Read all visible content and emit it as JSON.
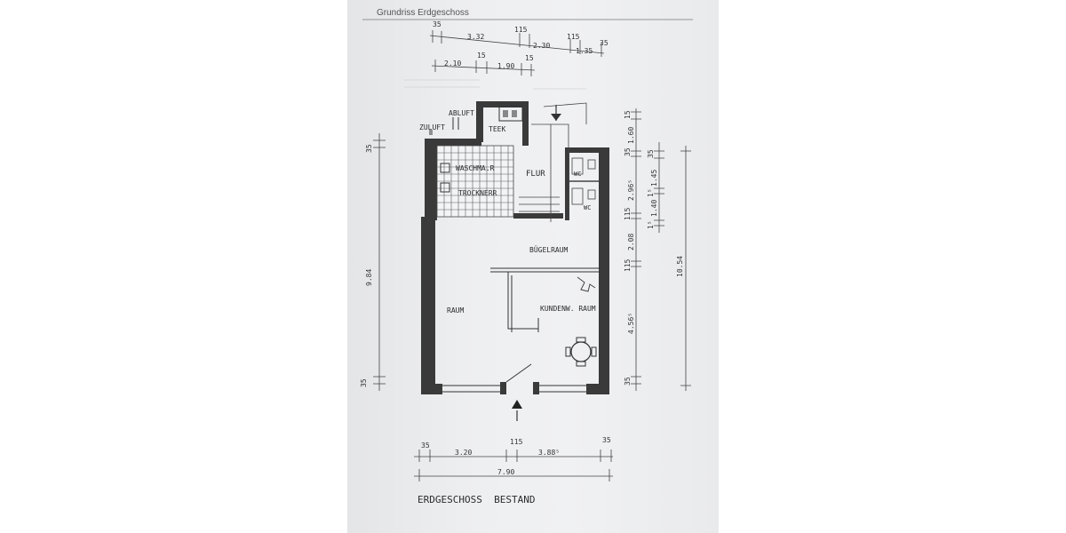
{
  "header": "Grundriss Erdgeschoss",
  "title": "ERDGESCHOSS  BESTAND",
  "rooms": {
    "abluft": "ABLUFT",
    "zuluft": "ZULUFT",
    "teek": "TEEK",
    "waschmaschine": "WASCHMA.R",
    "trockner": "TROCKNERR",
    "flur": "FLUR",
    "wc1": "WC",
    "wc2": "WC",
    "buegelraum": "BÜGELRAUM",
    "raum": "RAUM",
    "kundenwarteraum": "KUNDENW. RAUM"
  },
  "dims_top_row1": [
    "35",
    "3.32",
    "115",
    "2.30",
    "115",
    "1.35",
    "35"
  ],
  "dims_top_row2": [
    "2.10",
    "15",
    "1.90",
    "15"
  ],
  "dims_left": [
    "35",
    "9.84",
    "35"
  ],
  "dims_right_inner": [
    "15",
    "1.60",
    "35",
    "2.96⁵",
    "115",
    "2.08",
    "115",
    "4.56⁵",
    "35"
  ],
  "dims_right_mid": [
    "35",
    "1.45",
    "1⁵",
    "1.40",
    "1⁵"
  ],
  "dims_right_outer": [
    "10.54"
  ],
  "dims_bottom_row1": [
    "35",
    "3.20",
    "115",
    "3.88⁵",
    "35"
  ],
  "dims_bottom_total": "7.90"
}
